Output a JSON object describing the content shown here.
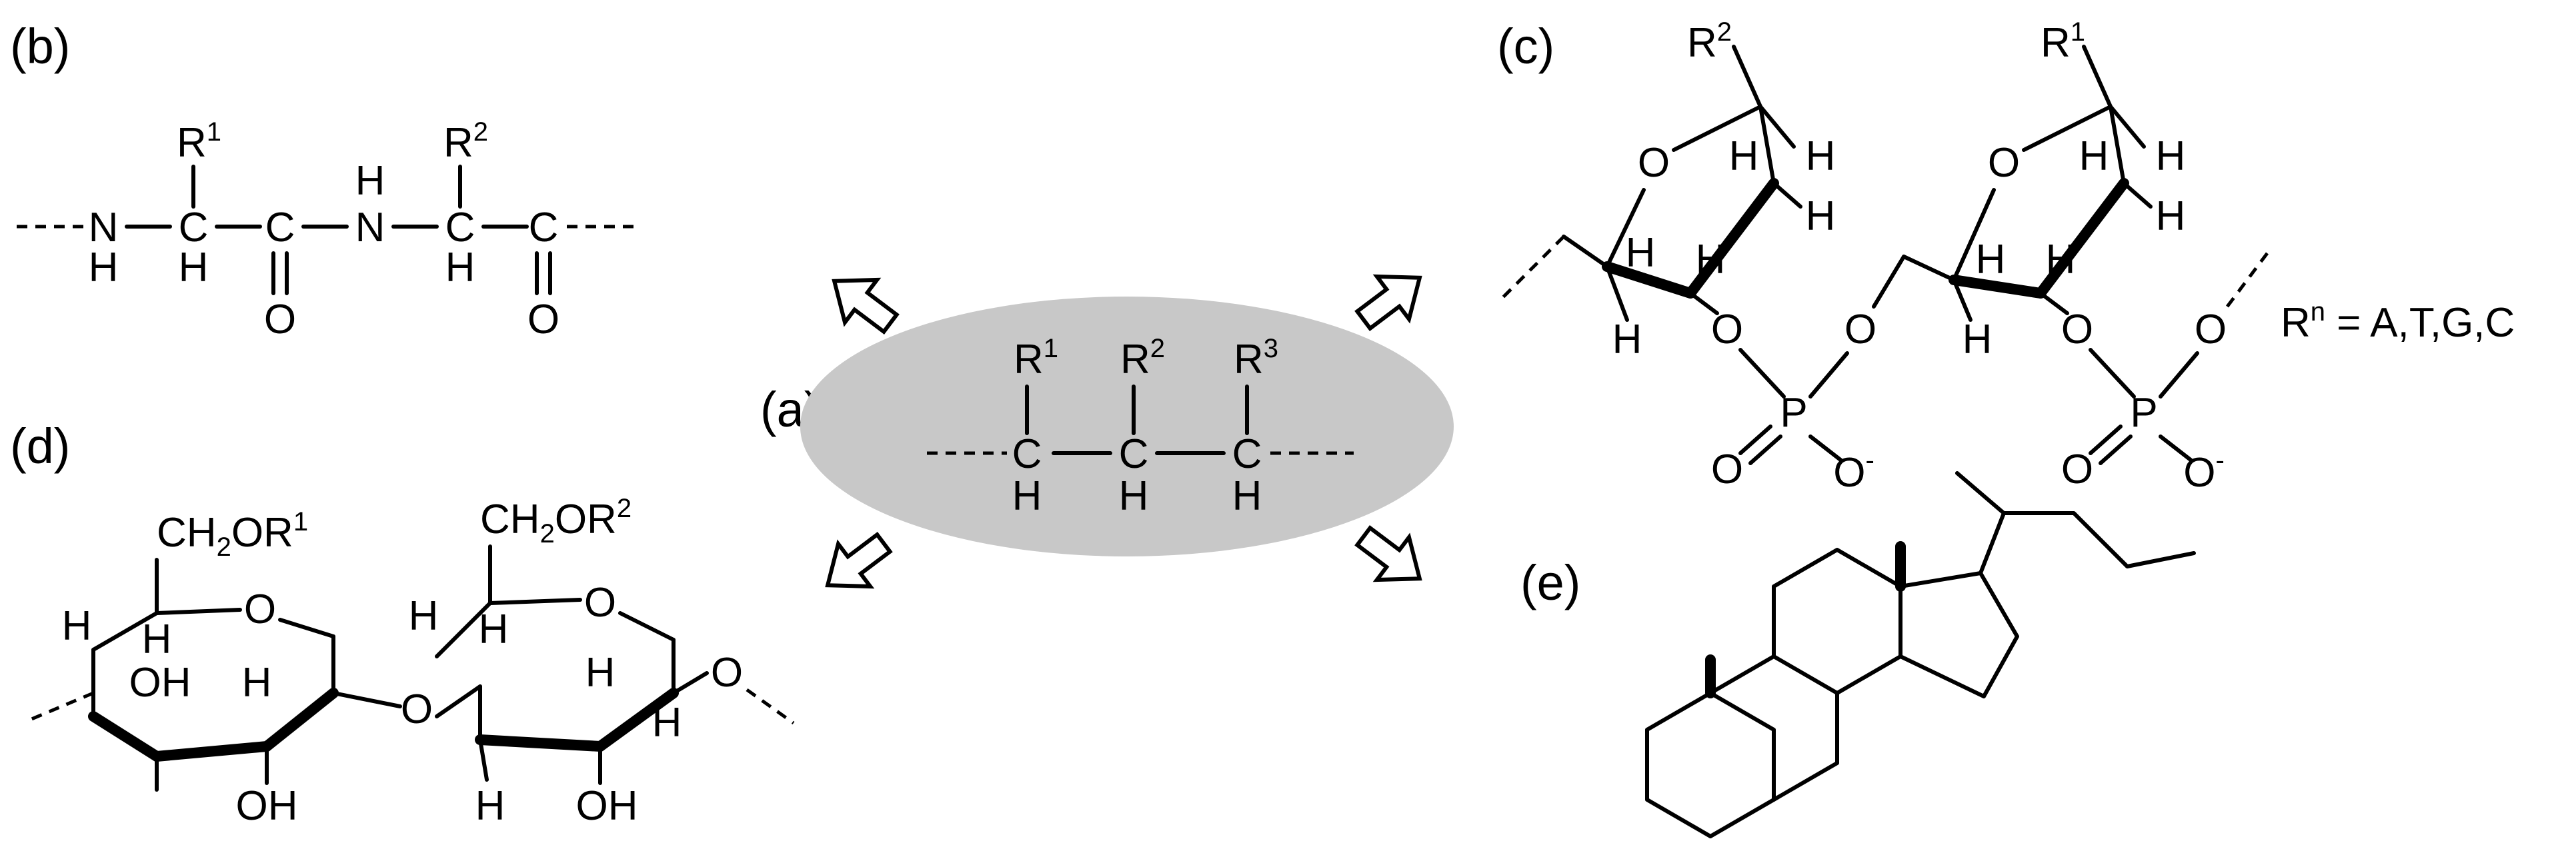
{
  "panels": {
    "a": {
      "label": "(a)",
      "ellipse_color": "#c8c8c8"
    },
    "b": {
      "label": "(b)"
    },
    "c": {
      "label": "(c)"
    },
    "d": {
      "label": "(d)"
    },
    "e": {
      "label": "(e)"
    }
  },
  "atoms": {
    "C": "C",
    "H": "H",
    "N": "N",
    "O": "O",
    "P": "P",
    "OH": "OH",
    "R": "R",
    "CH": "CH",
    "OR": "OR",
    "sub2": "2",
    "O_minus": "O",
    "minus": "-"
  },
  "substituents": {
    "r1": "1",
    "r2": "2",
    "r3": "3",
    "rn": "n"
  },
  "legend": {
    "rn_value": " = A,T,G,C"
  }
}
